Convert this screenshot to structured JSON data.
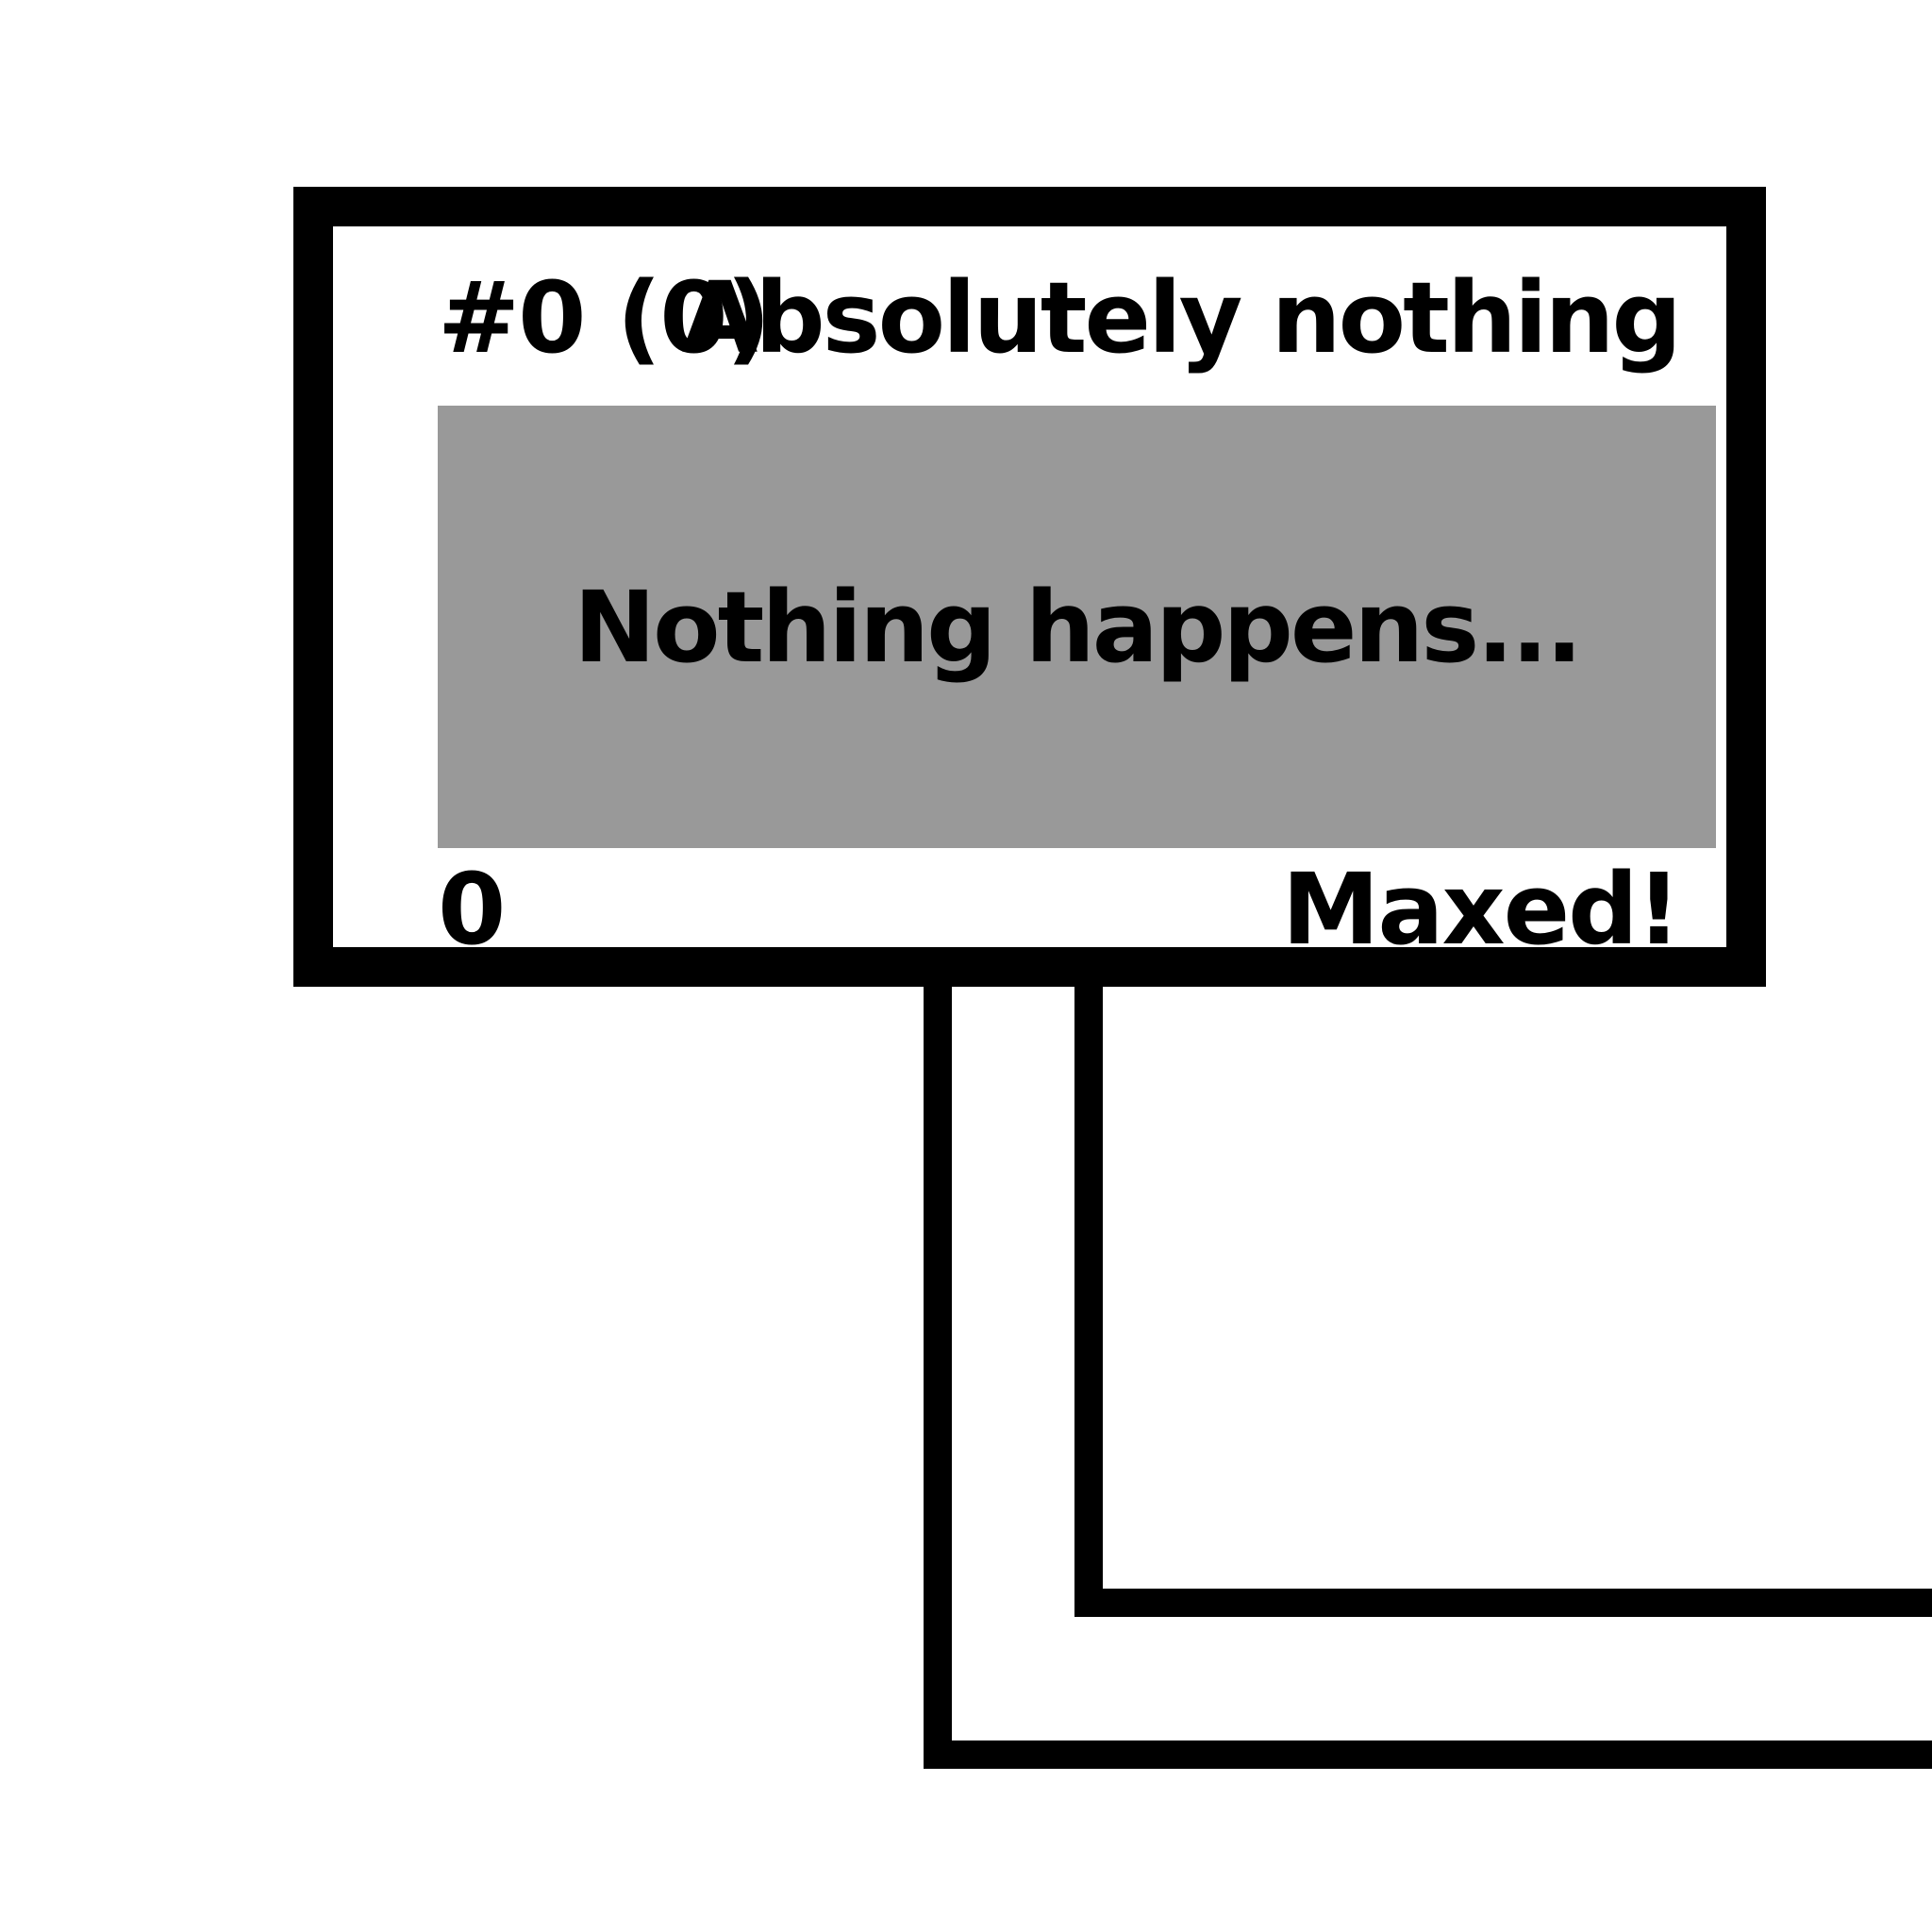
{
  "node": {
    "id_label": "#0 (0)",
    "title": "Absolutely nothing",
    "description": "Nothing happens...",
    "cost": "0",
    "status": "Maxed!"
  },
  "colors": {
    "border": "#000000",
    "body_fill": "#999999",
    "background": "#ffffff"
  }
}
